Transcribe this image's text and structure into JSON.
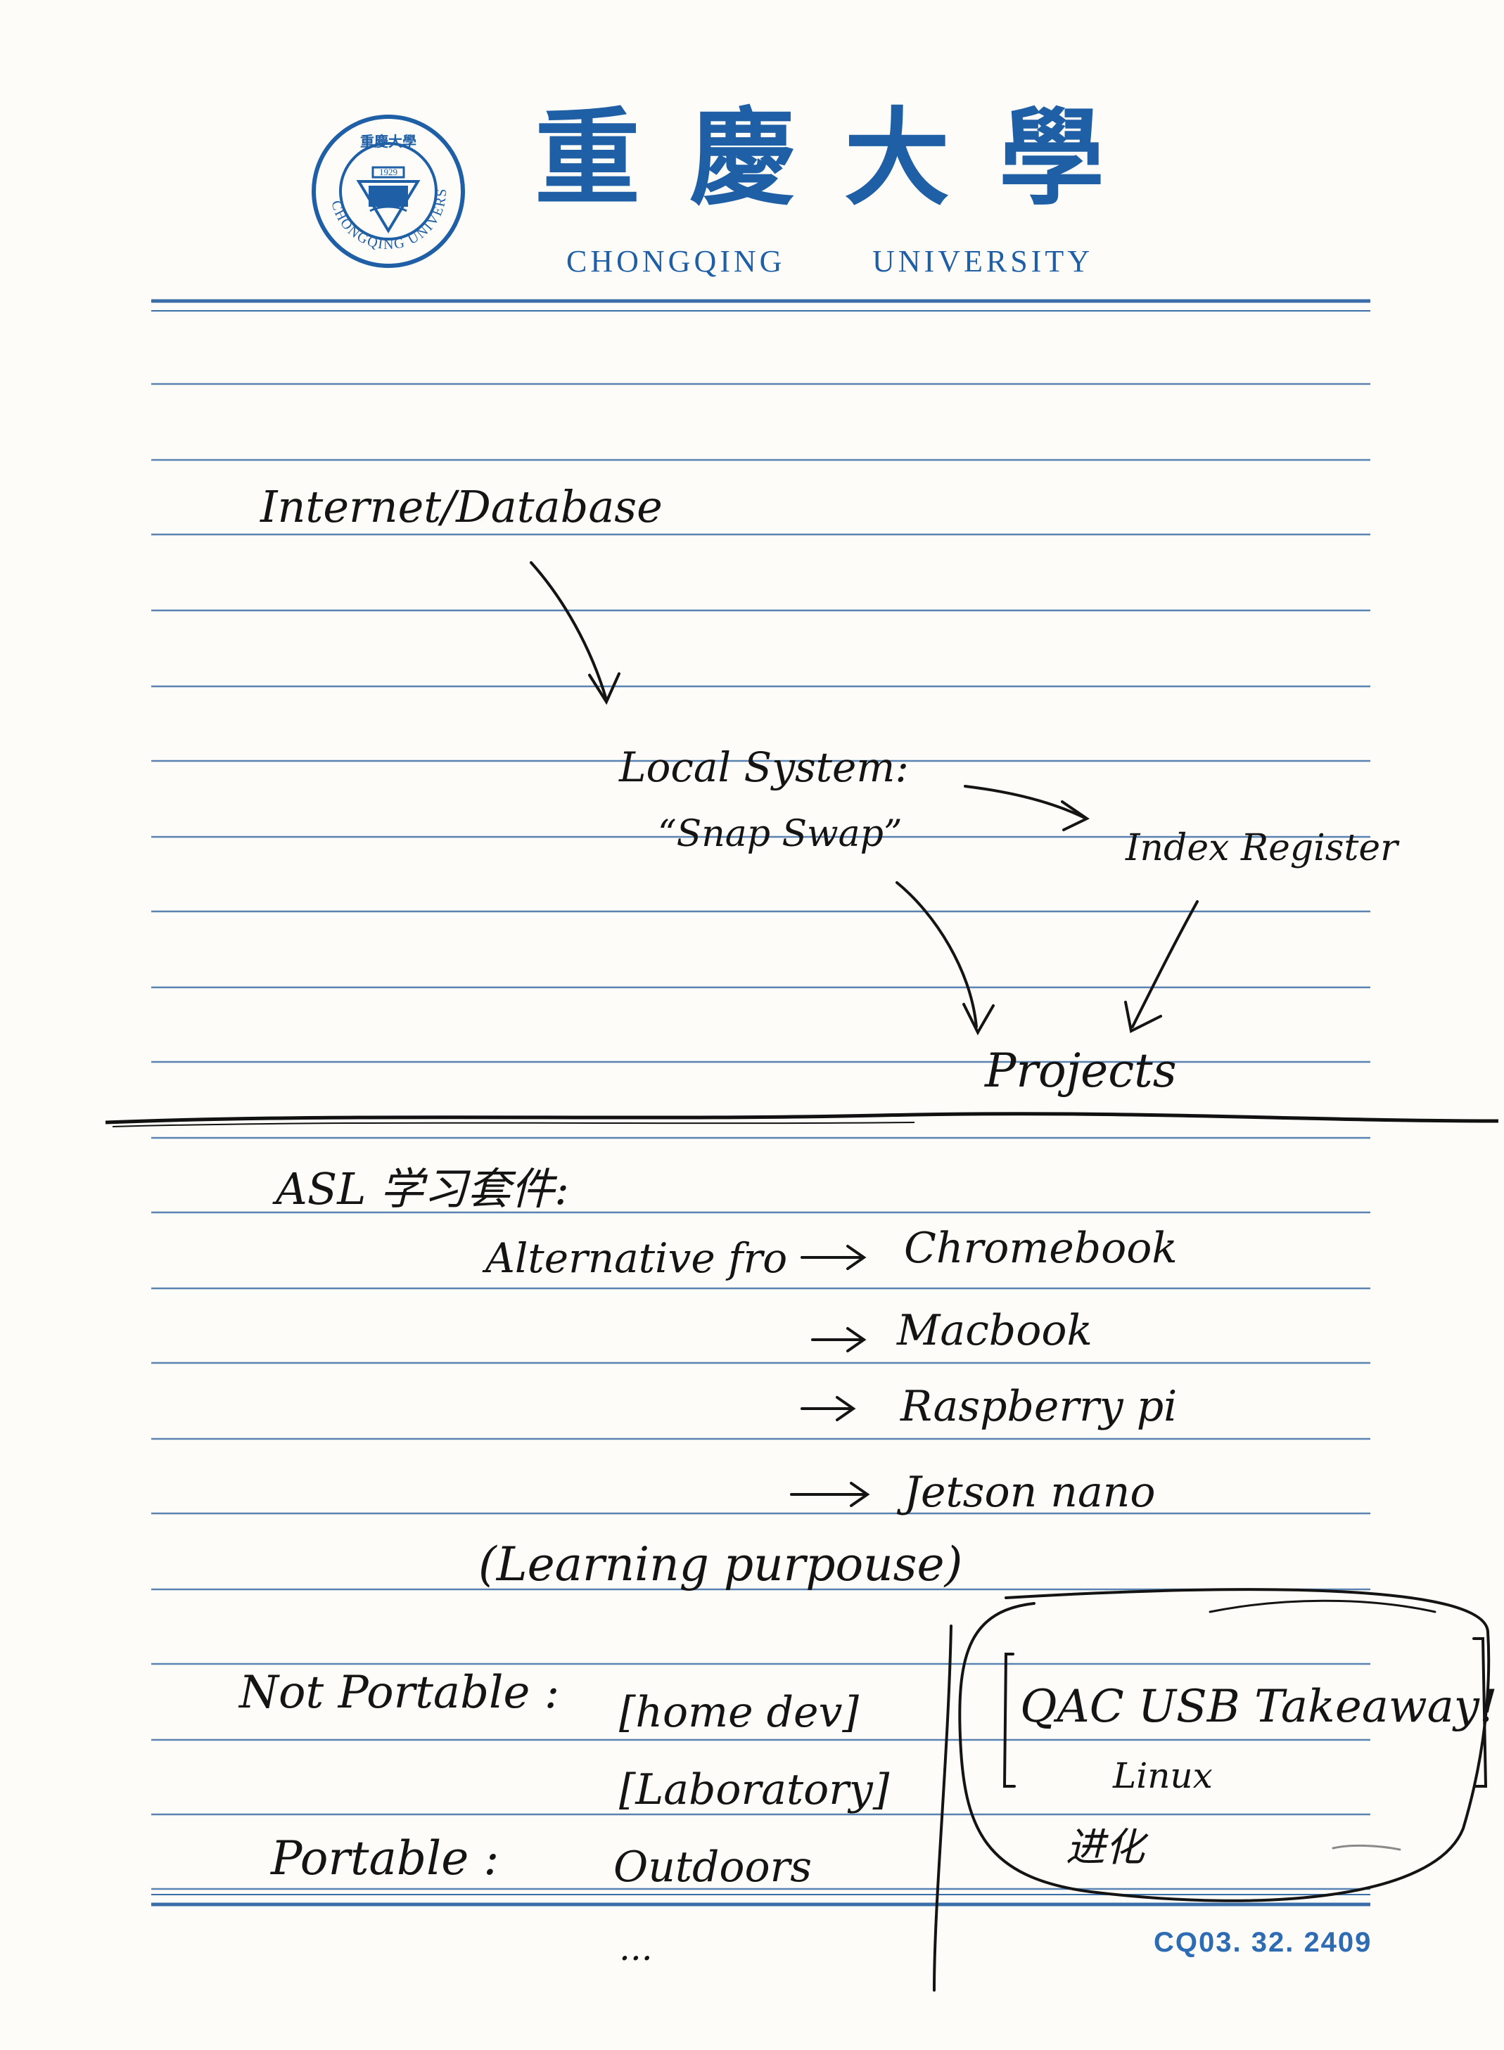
{
  "header": {
    "title_zh": "重慶大學",
    "title_en_left": "CHONGQING",
    "title_en_right": "UNIVERSITY",
    "seal_year": "1929",
    "seal_text": "CHONGQING UNIVERSITY",
    "seal_top_text": "重慶大學"
  },
  "diagram": {
    "internet_database": "Internet/Database",
    "local_system": "Local System:",
    "snap_swap": "“Snap Swap”",
    "index_register": "Index Register",
    "projects": "Projects"
  },
  "notes": {
    "asl_heading": "ASL 学习套件:",
    "alternative_for": "Alternative fro",
    "alternatives": [
      "Chromebook",
      "Macbook",
      "Raspberry pi",
      "Jetson nano"
    ],
    "learning_purpose": "(Learning purpouse)",
    "not_portable_label": "Not Portable :",
    "home_dev": "[home dev]",
    "laboratory": "[Laboratory]",
    "portable_label": "Portable :",
    "outdoors": "Outdoors",
    "ellipsis": "...",
    "takeaway": "QAC USB Takeaway!",
    "linux": "Linux",
    "progress_note": "进化"
  },
  "footer": {
    "code": "CQ03. 32. 2409"
  },
  "colors": {
    "rule_blue": "#3a6ea8",
    "brand_blue": "#1f5fa6",
    "ink": "#141414",
    "paper": "#fdfcf8"
  }
}
